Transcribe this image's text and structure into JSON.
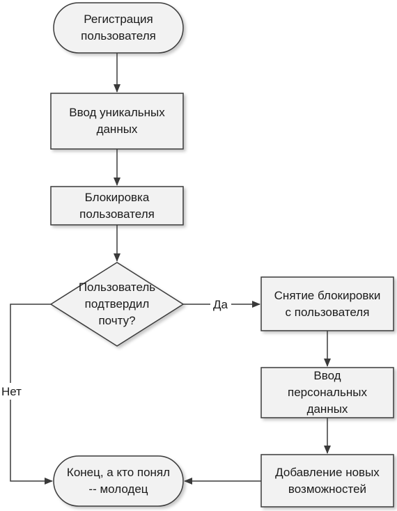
{
  "nodes": {
    "start": {
      "text": "Регистрация\nпользователя",
      "shape": "terminator"
    },
    "input_unique": {
      "text": "Ввод уникальных\nданных",
      "shape": "process"
    },
    "block_user": {
      "text": "Блокировка\nпользователя",
      "shape": "process"
    },
    "decision": {
      "text": "Пользователь\nподтвердил\nпочту?",
      "shape": "decision"
    },
    "unblock": {
      "text": "Снятие блокировки\nс пользователя",
      "shape": "process"
    },
    "input_personal": {
      "text": "Ввод\nперсональных\nданных",
      "shape": "process"
    },
    "add_features": {
      "text": "Добавление новых\nвозможностей",
      "shape": "process"
    },
    "end": {
      "text": "Конец, а кто понял\n-- молодец",
      "shape": "terminator"
    }
  },
  "edges": {
    "yes_label": "Да",
    "no_label": "Нет"
  },
  "colors": {
    "fill": "#f2f2f2",
    "stroke": "#3a3a3a",
    "text": "#1a1a1a"
  }
}
